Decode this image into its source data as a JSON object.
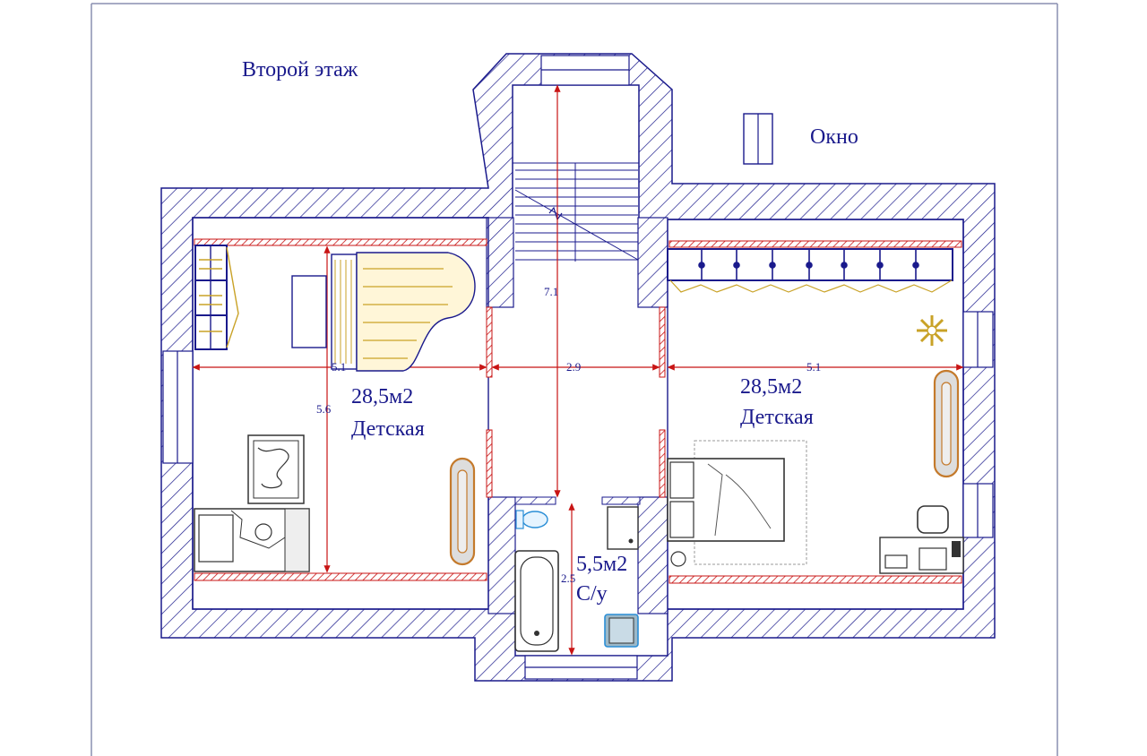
{
  "title": "Второй этаж",
  "legend": {
    "window_label": "Окно"
  },
  "rooms": [
    {
      "id": "left",
      "area": "28,5м2",
      "name": "Детская"
    },
    {
      "id": "right",
      "area": "28,5м2",
      "name": "Детская"
    },
    {
      "id": "bath",
      "area": "5,5м2",
      "name": "С/у"
    }
  ],
  "dimensions": {
    "left_width": "5.1",
    "hall_width": "2.9",
    "right_width": "5.1",
    "left_depth": "5.6",
    "stair_depth": "7.1",
    "bath_depth": "2.5"
  },
  "colors": {
    "wall": "#1a1a8c",
    "dimension": "#c81414",
    "furniture": "#c9a227",
    "frame": "#8a8fb0"
  }
}
